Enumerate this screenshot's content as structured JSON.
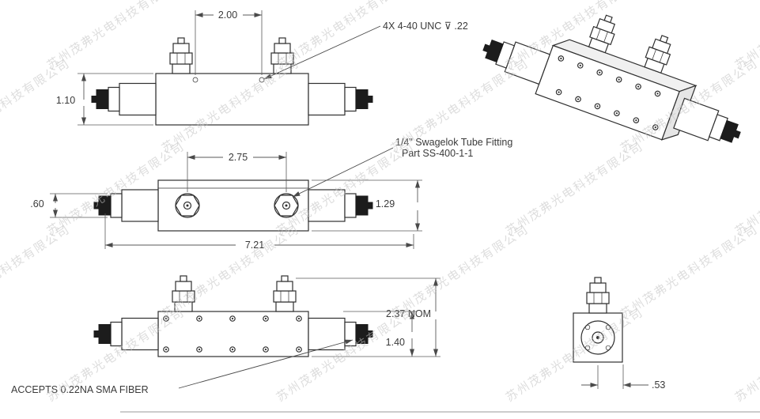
{
  "watermark": {
    "text": "苏州茂弗光电科技有限公司"
  },
  "callouts": {
    "tapped_holes": "4X 4-40 UNC ⊽ .22",
    "swagelok_line1": "1/4\" Swagelok Tube Fitting",
    "swagelok_line2": "Part SS-400-1-1",
    "fiber": "ACCEPTS 0.22NA SMA FIBER"
  },
  "dimensions": {
    "fitting_spacing_top": "2.00",
    "body_height_top": "1.10",
    "hex_spacing": "2.75",
    "connector_diameter": ".60",
    "body_height_side": "1.29",
    "overall_length": "7.21",
    "overall_height": "2.37 NOM",
    "body_height_front": "1.40",
    "end_offset": ".53"
  }
}
